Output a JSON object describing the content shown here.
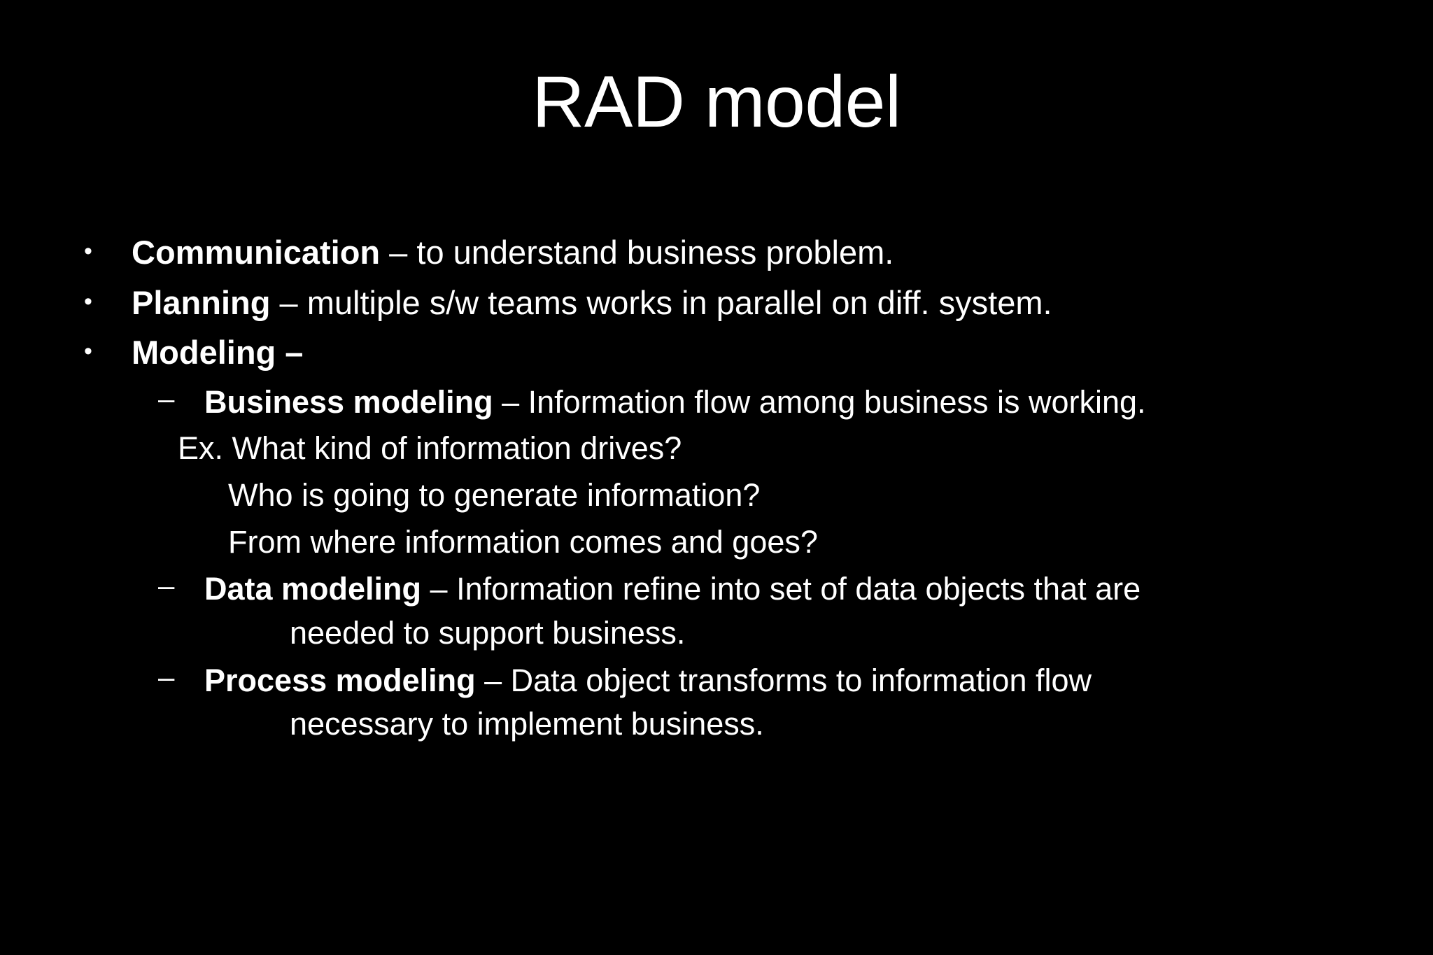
{
  "slide": {
    "title": "RAD model",
    "background_color": "#000000",
    "text_color": "#FFFFFF",
    "bullet_glyph": "•",
    "dash_glyph": "–"
  },
  "content": {
    "bullets": [
      {
        "level": 1,
        "marker": "•",
        "lead": "Communication",
        "rest": " – to understand business problem."
      },
      {
        "level": 1,
        "marker": "•",
        "lead": "Planning",
        "rest": " – multiple s/w teams works in parallel on diff. system."
      },
      {
        "level": 1,
        "marker": "•",
        "lead": "Modeling",
        "rest": " –"
      },
      {
        "level": 2,
        "marker": "–",
        "lead": "Business modeling",
        "rest": " – Information flow among business is working."
      },
      {
        "level": 0,
        "marker": "",
        "lead": "",
        "rest": "Ex. What kind of information drives?"
      },
      {
        "level": 0,
        "marker": "",
        "lead": "",
        "rest": "Who is going to generate information?"
      },
      {
        "level": 0,
        "marker": "",
        "lead": "",
        "rest": "From where information comes and goes?"
      },
      {
        "level": 2,
        "marker": "–",
        "lead": "Data modeling",
        "rest": " – Information refine into set of data objects that are"
      },
      {
        "level": 0,
        "marker": "",
        "lead": "",
        "rest": "needed to support business."
      },
      {
        "level": 2,
        "marker": "–",
        "lead": "Process modeling",
        "rest": " – Data object transforms to information flow"
      },
      {
        "level": 0,
        "marker": "",
        "lead": "",
        "rest": "necessary to implement business."
      }
    ]
  }
}
